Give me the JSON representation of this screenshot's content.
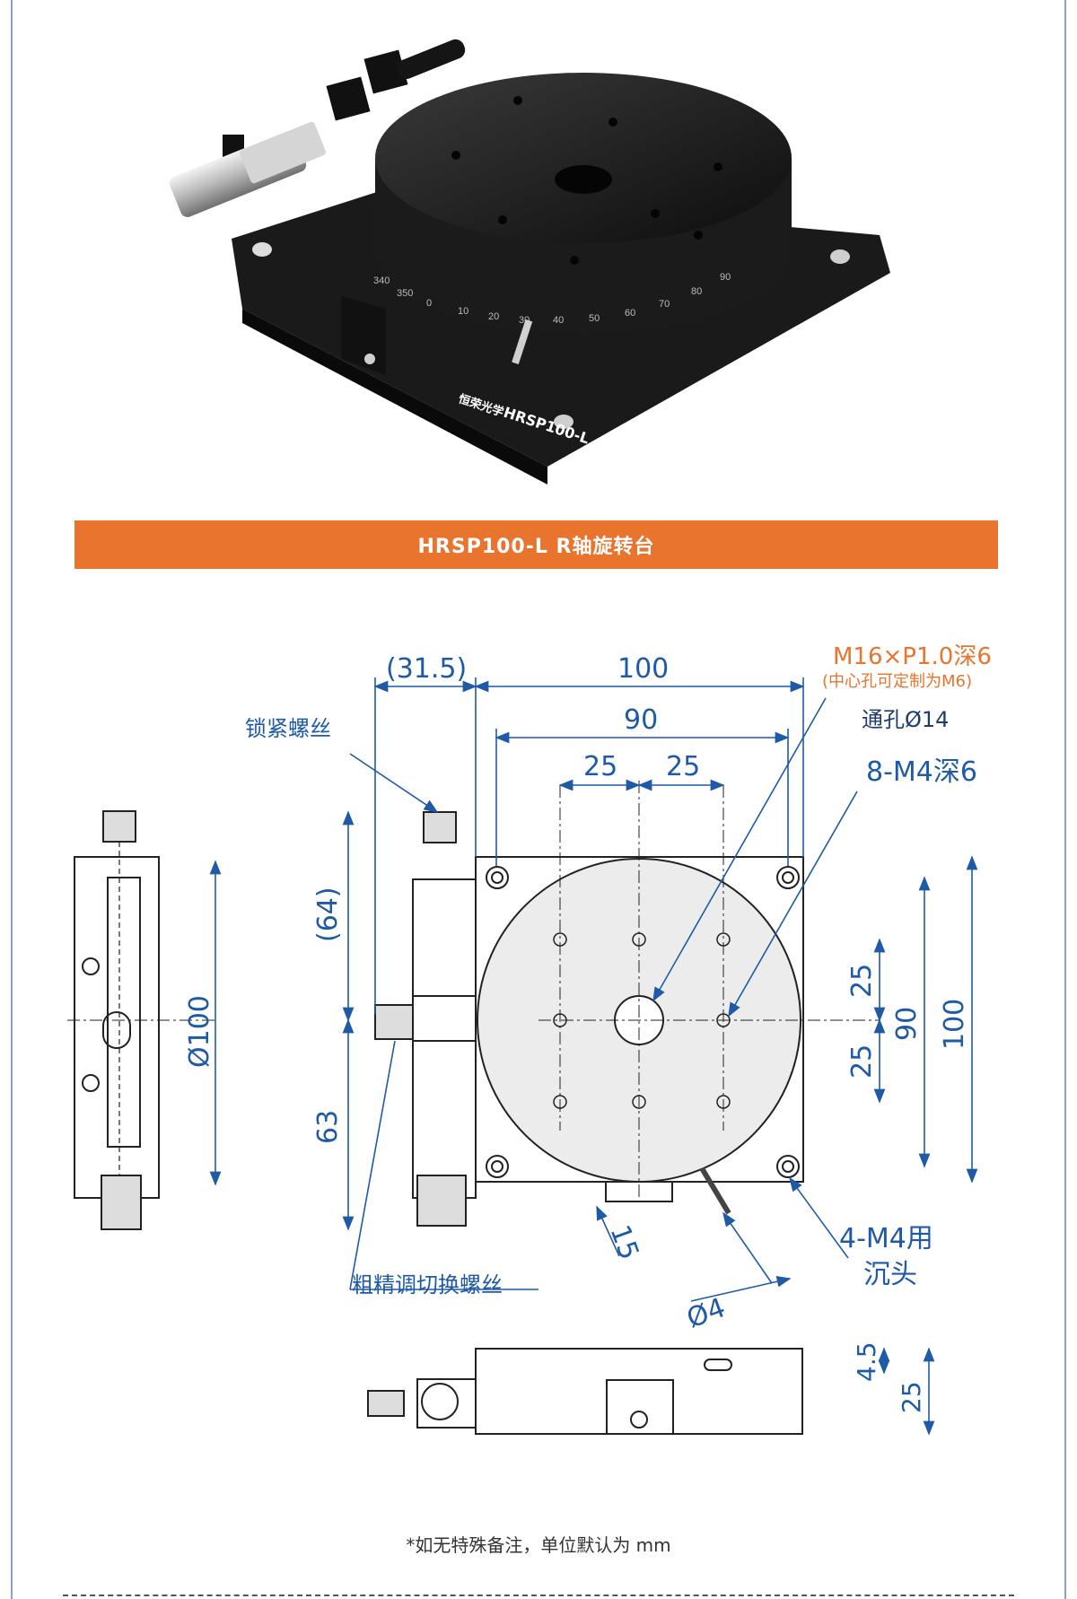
{
  "title": "HRSP100-L   R轴旋转台",
  "product_photo": {
    "brand_label": "恒荣光学",
    "model_label": "HRSP100-L",
    "dial_ticks": [
      "340",
      "350",
      "0",
      "10",
      "20",
      "30",
      "40",
      "50",
      "60",
      "70",
      "80",
      "90"
    ]
  },
  "dimensions": {
    "d31_5": "(31.5)",
    "d100_top": "100",
    "d90_top": "90",
    "d25_left": "25",
    "d25_right": "25",
    "d64": "(64)",
    "d63": "63",
    "d_phi100": "Ø100",
    "d25_r1": "25",
    "d25_r2": "25",
    "d90_r": "90",
    "d100_r": "100",
    "d15": "15",
    "d_phi4": "Ø4",
    "d4_5": "4.5",
    "d25_side": "25"
  },
  "callouts": {
    "center_hole_thread": "M16×P1.0深6",
    "center_hole_note": "(中心孔可定制为M6)",
    "through_hole": "通孔Ø14",
    "top_holes": "8-M4深6",
    "lock_screw": "锁紧螺丝",
    "coarse_fine_screw": "粗精调切换螺丝",
    "corner_holes_1": "4-M4用",
    "corner_holes_2": "沉头"
  },
  "footnote": "*如无特殊备注，单位默认为 mm",
  "colors": {
    "accent": "#e8742e",
    "dimension_blue": "#1f5aa6",
    "outline": "#222222"
  }
}
